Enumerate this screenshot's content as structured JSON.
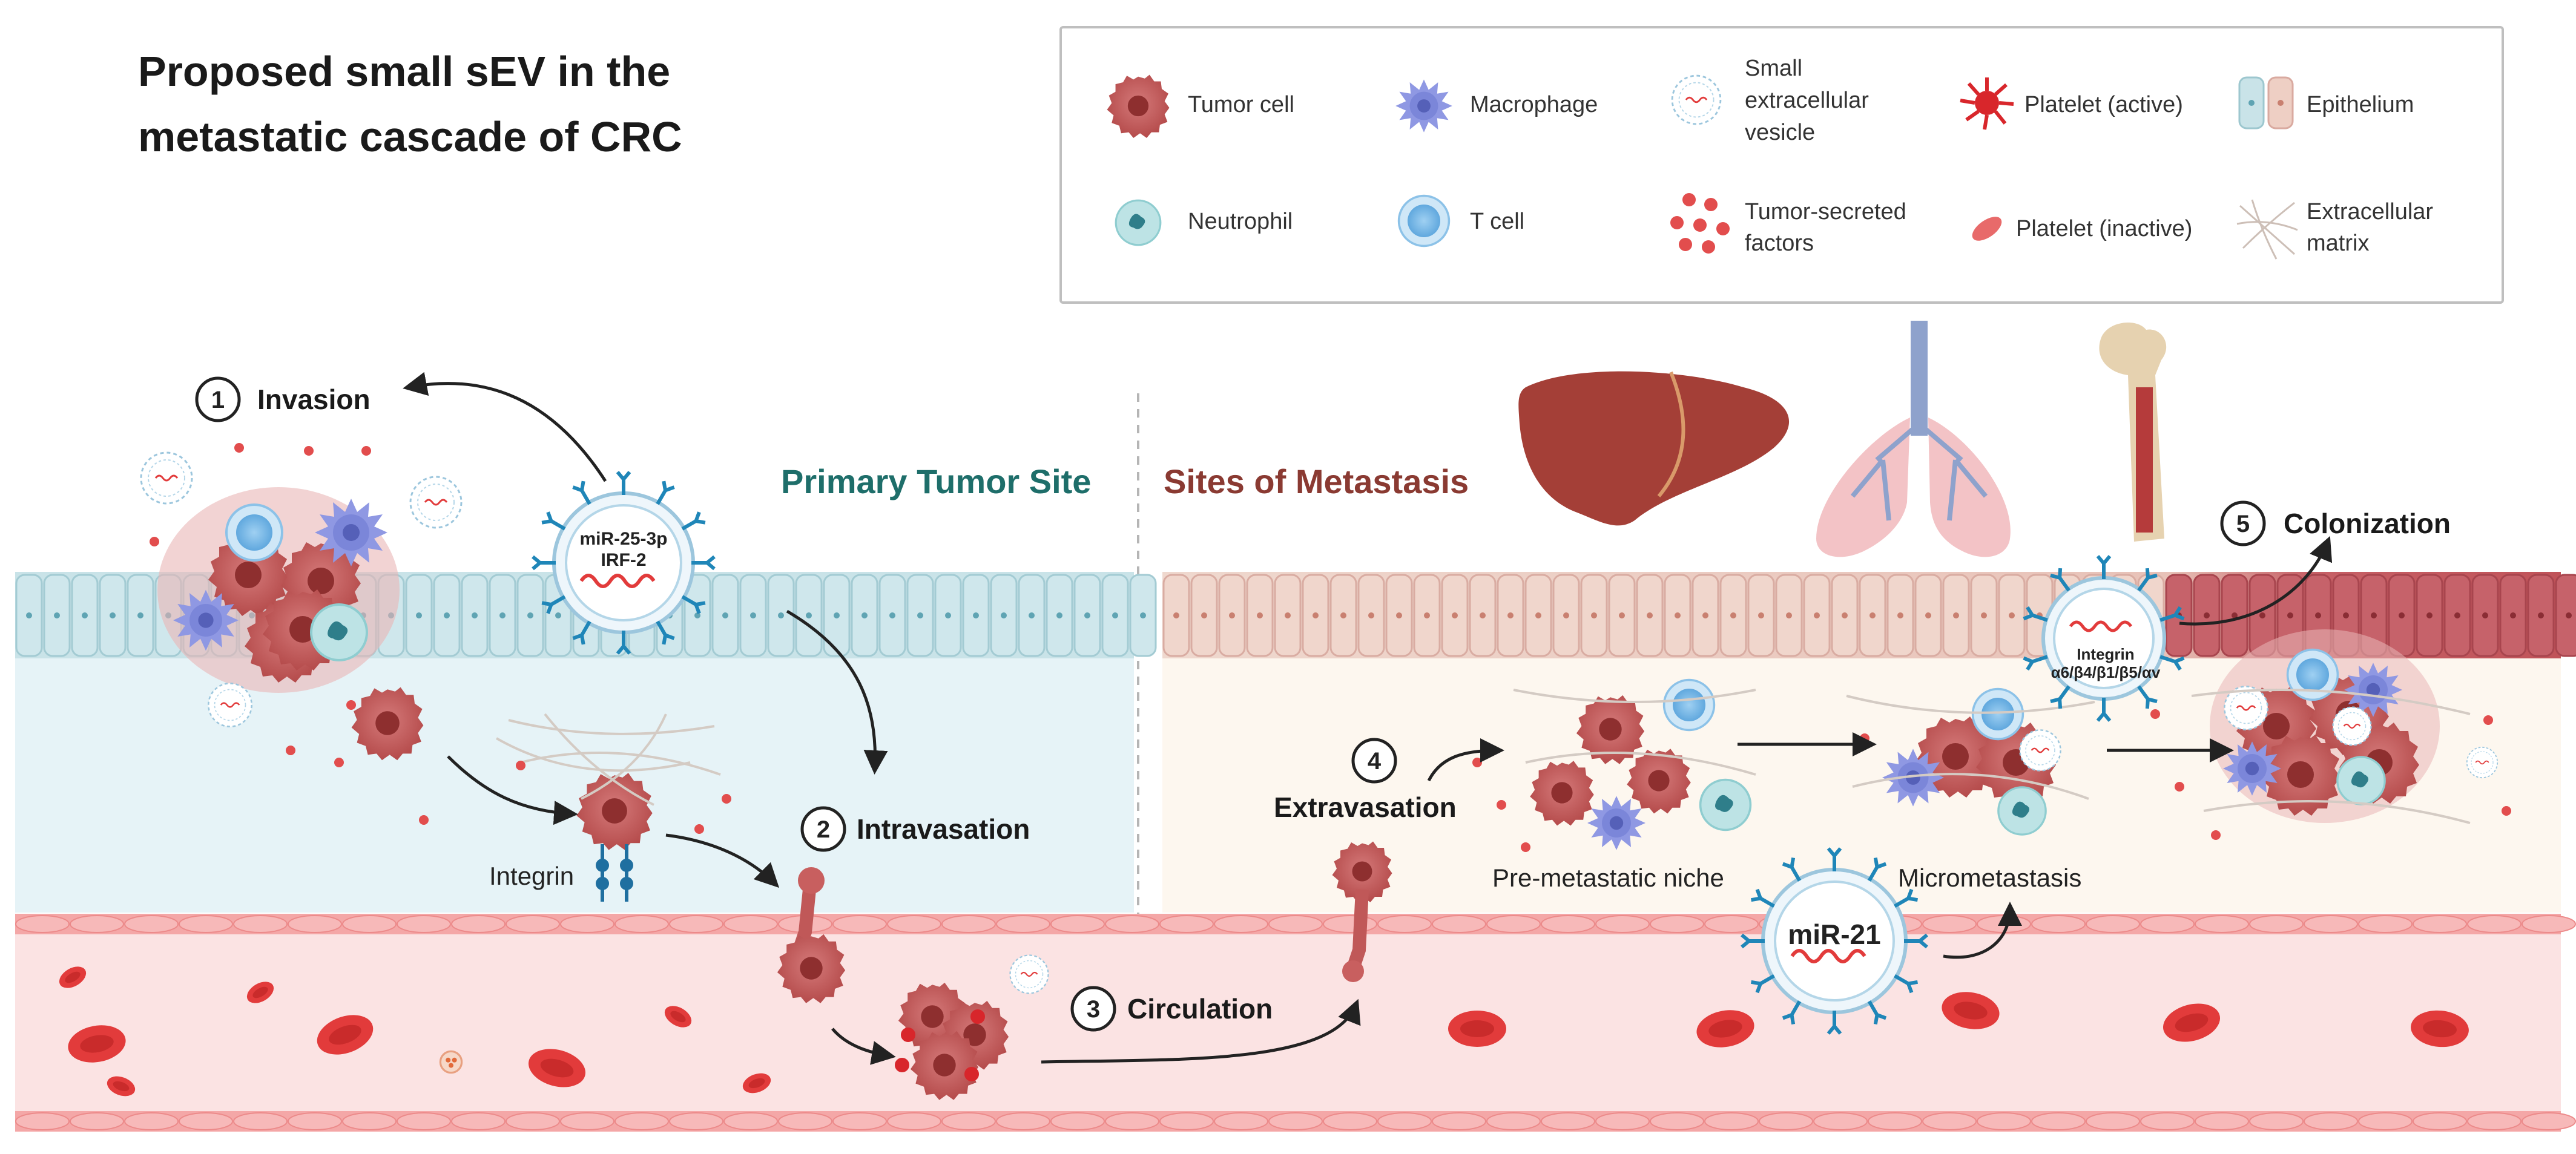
{
  "title": {
    "line1": "Proposed small sEV in the",
    "line2": "metastatic cascade of CRC"
  },
  "legend": {
    "items": [
      {
        "key": "tumor_cell",
        "label": "Tumor cell",
        "icon": "tumor-cell-icon"
      },
      {
        "key": "macrophage",
        "label": "Macrophage",
        "icon": "macrophage-icon"
      },
      {
        "key": "sev",
        "label_lines": [
          "Small",
          "extracellular",
          "vesicle"
        ],
        "icon": "vesicle-icon"
      },
      {
        "key": "platelet_active",
        "label": "Platelet (active)",
        "icon": "active-platelet-icon"
      },
      {
        "key": "epithelium",
        "label": "Epithelium",
        "icon": "epithelium-icon"
      },
      {
        "key": "neutrophil",
        "label": "Neutrophil",
        "icon": "neutrophil-icon"
      },
      {
        "key": "t_cell",
        "label": "T cell",
        "icon": "t-cell-icon"
      },
      {
        "key": "tumor_factors",
        "label_lines": [
          "Tumor-secreted",
          "factors"
        ],
        "icon": "secreted-factors-icon"
      },
      {
        "key": "platelet_inactive",
        "label": "Platelet (inactive)",
        "icon": "inactive-platelet-icon"
      },
      {
        "key": "ecm",
        "label_lines": [
          "Extracellular",
          "matrix"
        ],
        "icon": "extracellular-matrix-icon"
      }
    ]
  },
  "sites": {
    "primary": "Primary Tumor Site",
    "metastasis": "Sites of Metastasis"
  },
  "steps": [
    {
      "n": "1",
      "label": "Invasion"
    },
    {
      "n": "2",
      "label": "Intravasation"
    },
    {
      "n": "3",
      "label": "Circulation"
    },
    {
      "n": "4",
      "label": "Extravasation"
    },
    {
      "n": "5",
      "label": "Colonization"
    }
  ],
  "labels": {
    "integrin": "Integrin",
    "pre_metastatic_niche": "Pre-metastatic niche",
    "micrometastasis": "Micrometastasis"
  },
  "vesicles": {
    "ev1": {
      "line1": "miR-25-3p",
      "line2": "IRF-2"
    },
    "ev2": {
      "line1": "Integrin",
      "line2": "α6/β4/β1/β5/αv"
    },
    "ev3": {
      "line1": "miR-21"
    }
  },
  "colors": {
    "tumor": "#b54a4a",
    "tumor_light": "#d98080",
    "macrophage": "#7b86d9",
    "t_cell": "#5fa8e0",
    "neutrophil": "#7ec8c8",
    "epithelium_primary": "#c9e3e8",
    "epithelium_metastatic": "#eecfc4",
    "metastatic_epithelium_dark": "#c0575c",
    "vessel": "#fbe3e3",
    "vessel_border": "#ef8f8f",
    "rbc": "#e23b3b",
    "primary_tissue": "#e6f3f7",
    "metastatic_tissue": "#fdf7ef",
    "site_primary": "#1e6e6a",
    "site_metastasis": "#8a3a32",
    "vesicle": "#1f86b8",
    "rna": "#e23b3b",
    "liver": "#a43f37",
    "lung": "#f3c3c6",
    "bone": "#e6d2b0"
  }
}
